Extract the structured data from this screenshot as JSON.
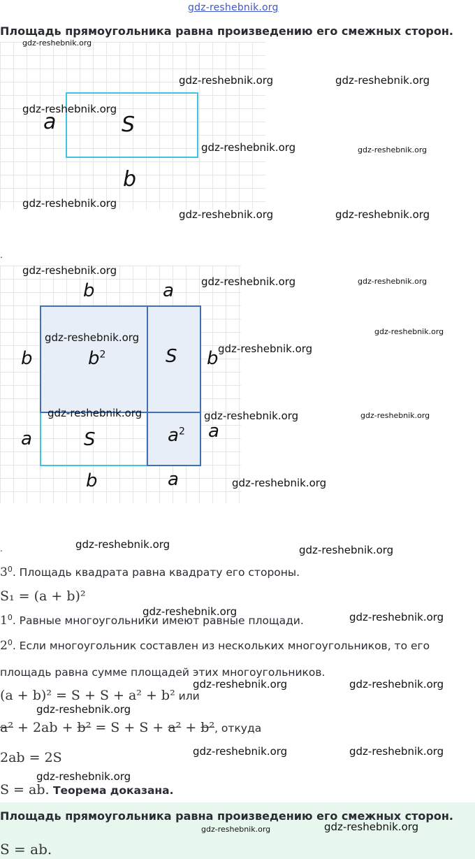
{
  "watermark": "gdz-reshebnik.org",
  "top_link": "gdz-reshebnik.org",
  "heading_1": "Площадь прямоугольника равна произведению его смежных сторон.",
  "figure1": {
    "side_a": "a",
    "side_b": "b",
    "area": "S",
    "accent_color": "#40c4e6"
  },
  "dot_1": ".",
  "figure2": {
    "top_b": "b",
    "top_a": "a",
    "left_b": "b",
    "left_a": "a",
    "right_b": "b",
    "right_a": "a",
    "bottom_b": "b",
    "bottom_a": "a",
    "cell_b_sq": "b",
    "cell_a_sq": "a",
    "exp": "2",
    "cell_s_top": "S",
    "cell_s_bottom": "S",
    "outer_color": "#40c4e6",
    "inner_color": "#3f70b8",
    "fill_color": "#e7eef8"
  },
  "dot_2": ".",
  "prop3": {
    "num": "3",
    "sup": "0",
    "text": ". Площадь квадрата равна квадрату его стороны."
  },
  "formula_s1": "S₁ = (a + b)²",
  "prop1": {
    "num": "1",
    "sup": "0",
    "text": ". Равные многоугольники имеют равные площади."
  },
  "prop2": {
    "num": "2",
    "sup": "0",
    "text": ". Если многоугольник составлен из нескольких многоугольников, то его"
  },
  "prop2_cont": "площадь равна сумме площадей этих многоугольников.",
  "eq1": {
    "formula": "(a + b)² = S + S + a² + b²",
    "tail": " или"
  },
  "eq2": {
    "a2": "a²",
    "mid": " + 2ab + ",
    "b2": "b²",
    "rest": " = S + S + ",
    "a2b": "a²",
    "plus": " + ",
    "b2b": "b²",
    "tail": ", откуда"
  },
  "eq3": "2ab = 2S",
  "eq4": {
    "formula": "S = ab.",
    "tail": " Теорема доказана."
  },
  "summary": {
    "heading": "Площадь прямоугольника равна произведению его смежных сторон.",
    "formula": "S = ab."
  }
}
